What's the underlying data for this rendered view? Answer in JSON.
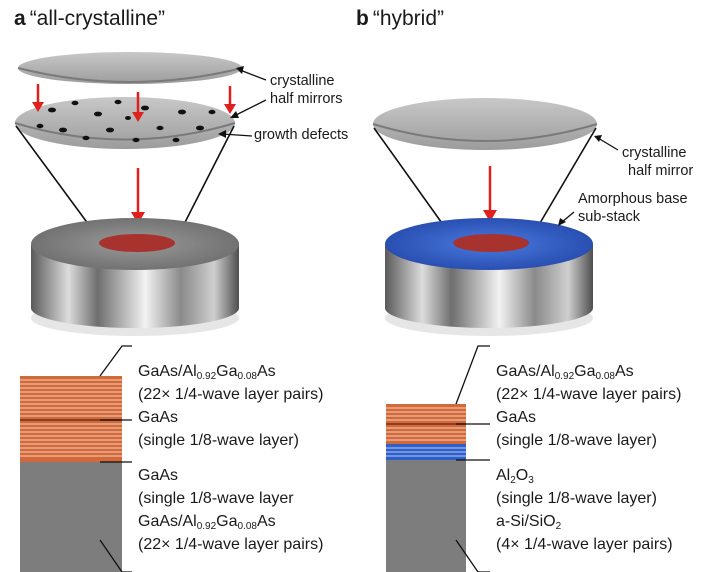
{
  "panels": [
    {
      "letter": "a",
      "title": "“all-crystalline”",
      "callouts": {
        "mirrors_line1": "crystalline",
        "mirrors_line2": "half mirrors",
        "defects": "growth defects"
      },
      "stack_labels": {
        "upper_formula": "GaAs/Al0.92Ga0.08As",
        "upper_pairs": "(22× 1/4-wave layer pairs)",
        "upper_layer": "GaAs",
        "upper_layer_desc": "(single 1/8-wave layer)",
        "lower_layer": "GaAs",
        "lower_layer_desc": "(single 1/8-wave layer",
        "lower_formula": "GaAs/Al0.92Ga0.08As",
        "lower_pairs": "(22× 1/4-wave layer pairs)"
      }
    },
    {
      "letter": "b",
      "title": "“hybrid”",
      "callouts": {
        "mirror_line1": "crystalline",
        "mirror_line2": "half mirror",
        "amorphous_line1": "Amorphous base",
        "amorphous_line2": "sub-stack"
      },
      "stack_labels": {
        "upper_formula": "GaAs/Al0.92Ga0.08As",
        "upper_pairs": "(22× 1/4-wave layer pairs)",
        "upper_layer": "GaAs",
        "upper_layer_desc": "(single 1/8-wave layer)",
        "lower_layer": "Al2O3",
        "lower_layer_desc": "(single 1/8-wave layer)",
        "lower_formula": "a-Si/SiO2",
        "lower_pairs": "(4× 1/4-wave layer pairs)"
      }
    }
  ],
  "colors": {
    "disk": "#b9b9b9",
    "defect": "#111111",
    "arrow": "#e0201c",
    "spot": "#a8322e",
    "coating_blue": "#2f5fc8",
    "stack_orange": "#d2693a",
    "substrate_gray": "#7d7d7d"
  },
  "icons": [
    "down-arrow-icon",
    "pointer-arrow-icon"
  ]
}
